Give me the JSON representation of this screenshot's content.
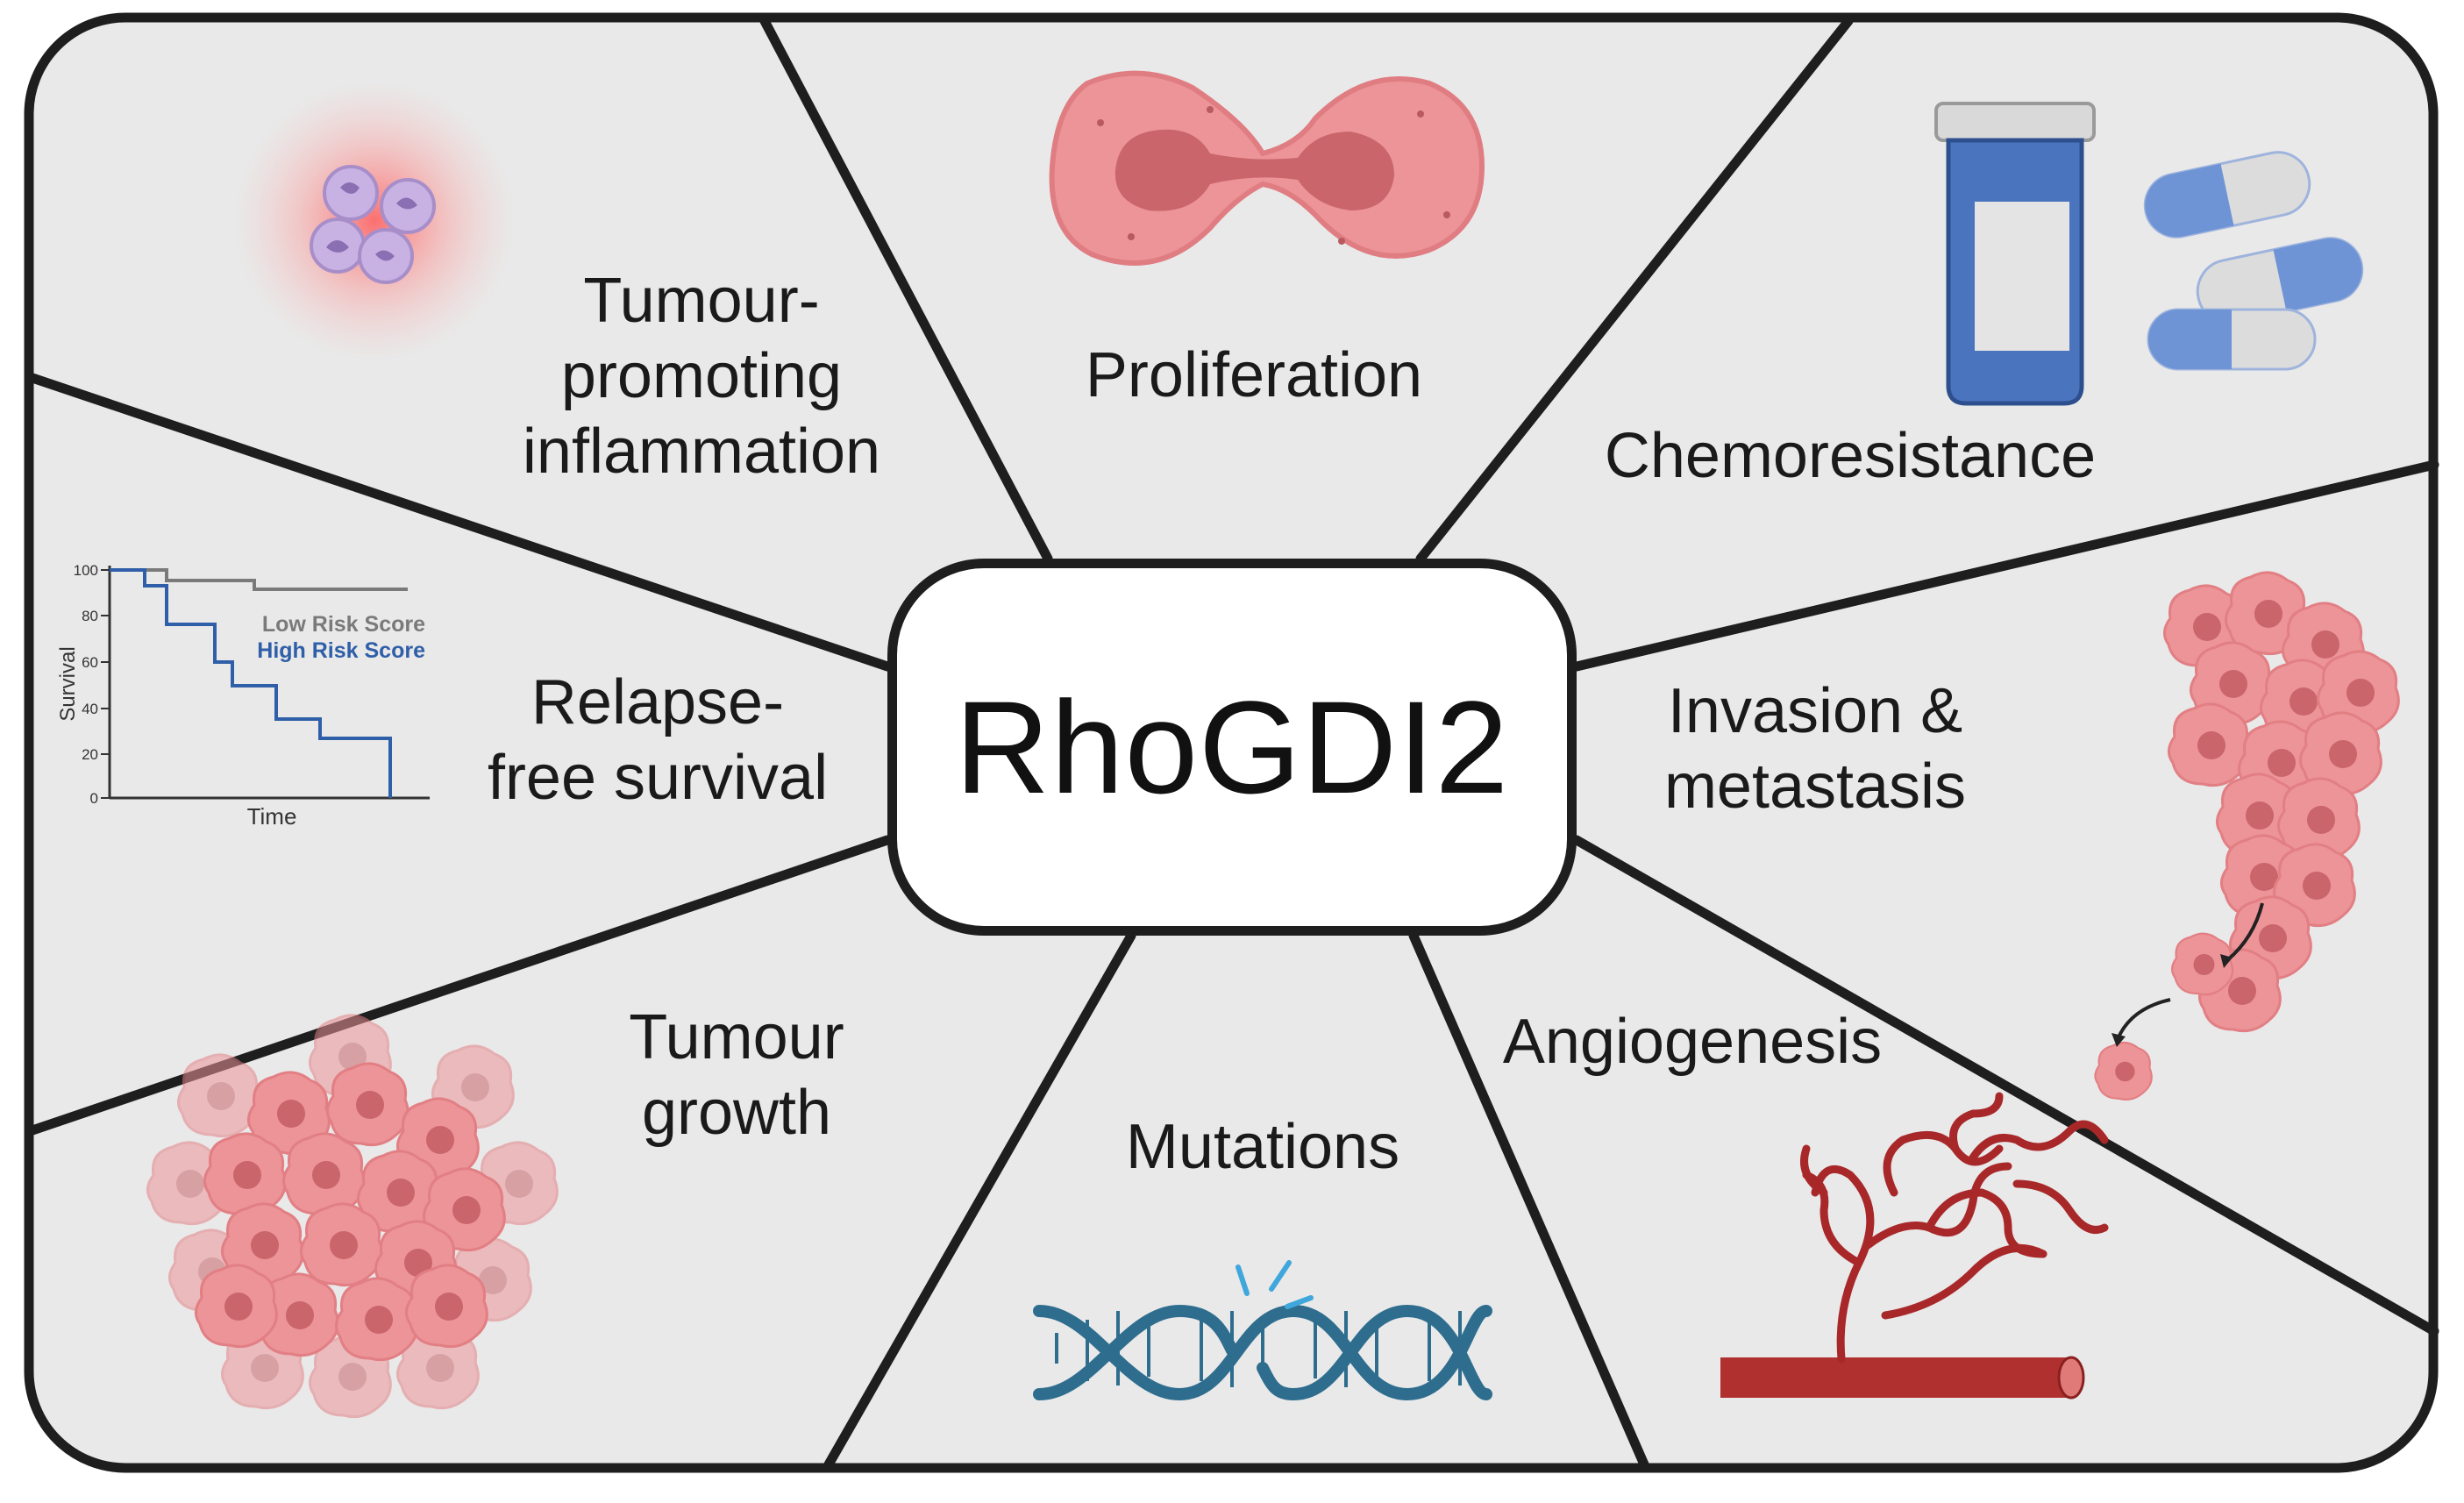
{
  "center": {
    "title": "RhoGDI2"
  },
  "segments": {
    "inflammation": {
      "lines": [
        "Tumour-",
        "promoting",
        "inflammation"
      ]
    },
    "proliferation": {
      "lines": [
        "Proliferation"
      ]
    },
    "chemoresistance": {
      "lines": [
        "Chemoresistance"
      ]
    },
    "relapse": {
      "lines": [
        "Relapse-",
        "free survival"
      ]
    },
    "invasion": {
      "lines": [
        "Invasion &",
        "metastasis"
      ]
    },
    "tumour_growth": {
      "lines": [
        "Tumour",
        "growth"
      ]
    },
    "mutations": {
      "lines": [
        "Mutations"
      ]
    },
    "angiogenesis": {
      "lines": [
        "Angiogenesis"
      ]
    }
  },
  "survival_plot": {
    "ylabel": "Survival",
    "xlabel": "Time",
    "yticks": [
      "100",
      "80",
      "60",
      "40",
      "20",
      "0"
    ],
    "legend": [
      {
        "name": "Low Risk Score",
        "color": "#7a7a7a"
      },
      {
        "name": "High Risk Score",
        "color": "#2f5fa8"
      }
    ]
  },
  "colors": {
    "panel_fill": "#e9e9e9",
    "outline": "#1e1e1e",
    "cell_fill": "#e8888c",
    "cell_nucleus": "#c65a60",
    "dna": "#2e6d8e",
    "vessel": "#a8282a",
    "pill_blue": "#6e94d6"
  }
}
